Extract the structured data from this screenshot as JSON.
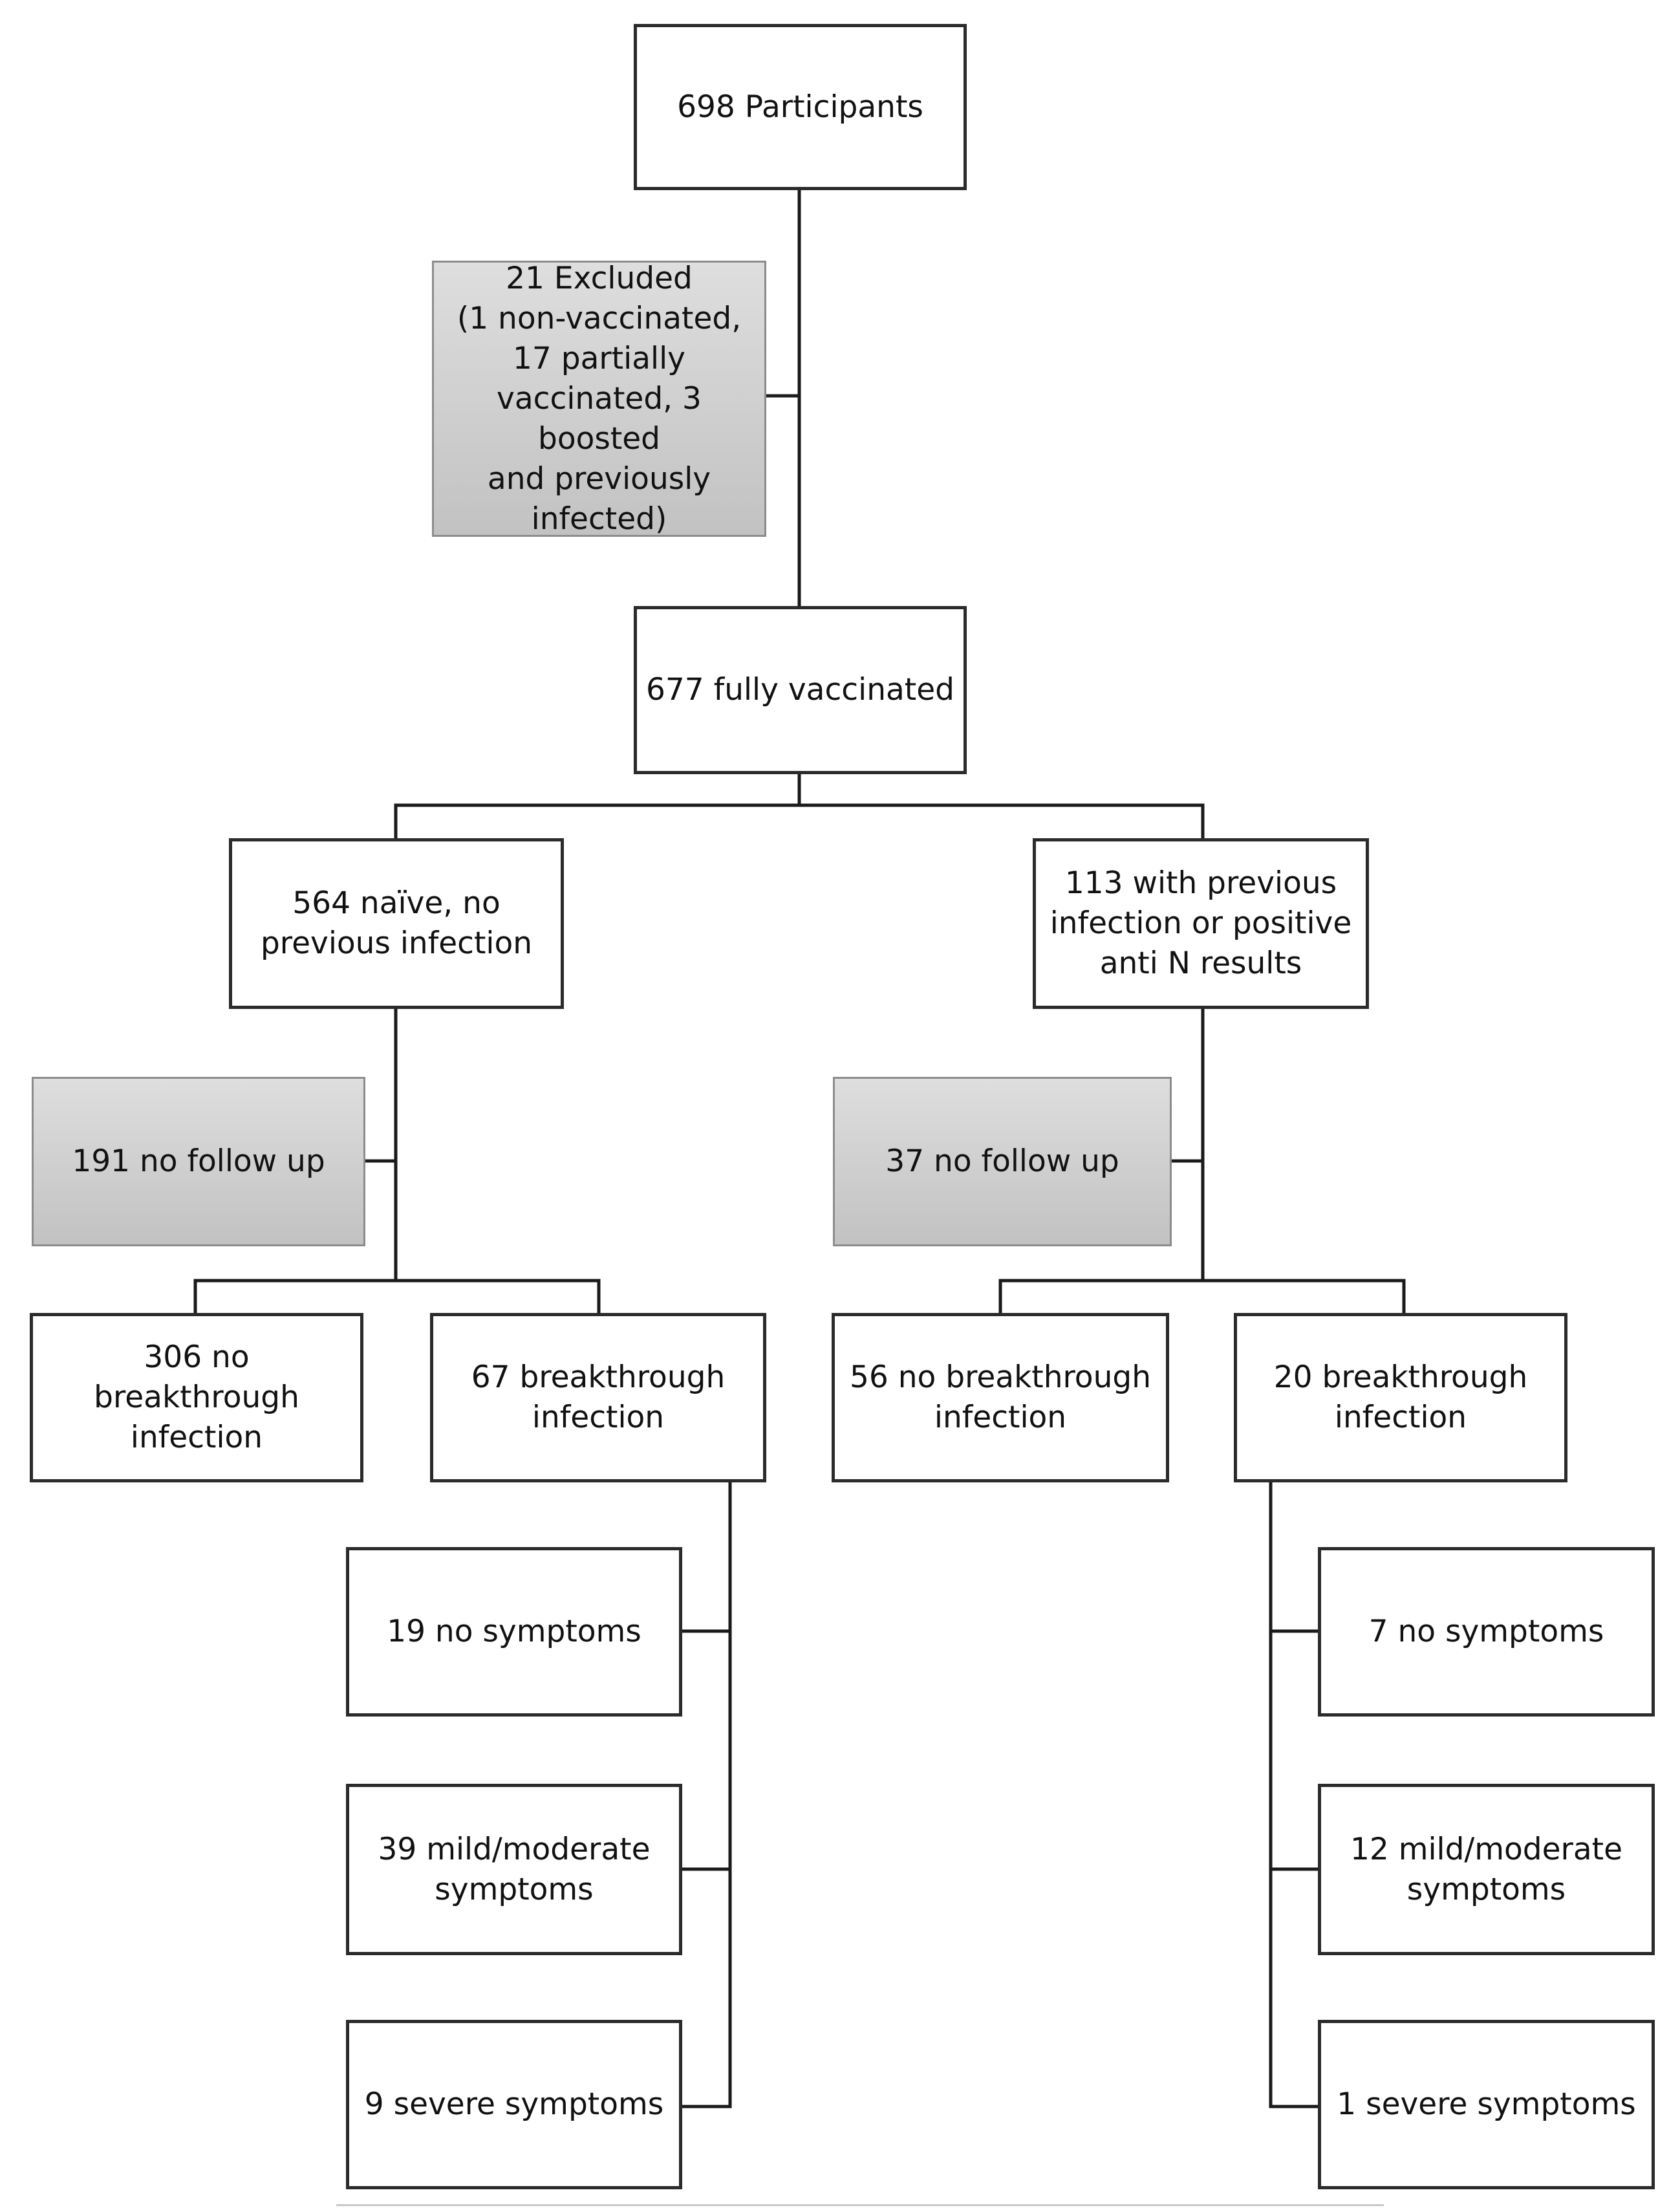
{
  "flowchart": {
    "participants": "698 Participants",
    "excluded": "21 Excluded\n(1 non-vaccinated,\n17 partially\nvaccinated, 3 boosted\nand previously\ninfected)",
    "fully_vaccinated": "677 fully vaccinated",
    "naive": {
      "header": "564 naïve, no\nprevious infection",
      "no_follow_up": "191 no follow up",
      "no_breakthrough": "306 no breakthrough\ninfection",
      "breakthrough": "67 breakthrough\ninfection",
      "no_symptoms": "19 no symptoms",
      "mild_moderate": "39 mild/moderate\nsymptoms",
      "severe": "9 severe symptoms"
    },
    "previous": {
      "header": "113 with previous\ninfection or positive\nanti N results",
      "no_follow_up": "37 no follow up",
      "no_breakthrough": "56 no breakthrough\ninfection",
      "breakthrough": "20 breakthrough\ninfection",
      "no_symptoms": "7 no symptoms",
      "mild_moderate": "12 mild/moderate\nsymptoms",
      "severe": "1 severe symptoms"
    }
  },
  "colors": {
    "box_border": "#2b2b2b",
    "connector": "#1a1a1a",
    "excluded_fill": "#d0d0d0"
  }
}
